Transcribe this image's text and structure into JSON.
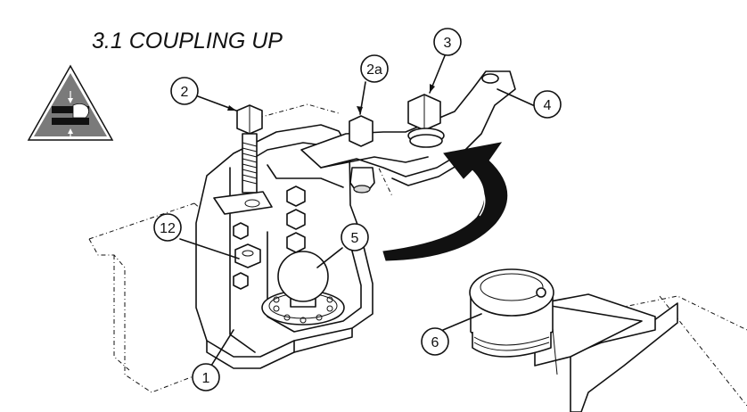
{
  "title": "3.1  COUPLING UP",
  "colors": {
    "line": "#111111",
    "warning_bg": "#7a7a7a",
    "part_fill": "#ffffff",
    "arrow": "#111111"
  },
  "icons": {
    "warning": "hand-crush-warning-icon",
    "rotation": "rotation-arrow-icon"
  },
  "callouts": [
    {
      "id": "c1",
      "label": "1"
    },
    {
      "id": "c2",
      "label": "2"
    },
    {
      "id": "c2a",
      "label": "2a"
    },
    {
      "id": "c3",
      "label": "3"
    },
    {
      "id": "c4",
      "label": "4"
    },
    {
      "id": "c5",
      "label": "5"
    },
    {
      "id": "c6",
      "label": "6"
    },
    {
      "id": "c12",
      "label": "12"
    }
  ]
}
